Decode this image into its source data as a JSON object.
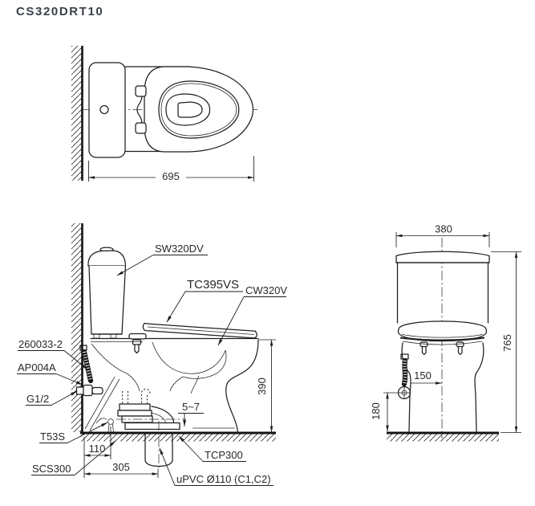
{
  "title": "CS320DRT10",
  "colors": {
    "line": "#1f1f1f",
    "text": "#26282b",
    "title_text": "#3b404a",
    "background": "#ffffff"
  },
  "views": {
    "top": {
      "dims": {
        "overall_depth": "695"
      }
    },
    "side": {
      "labels": {
        "cistern": "SW320DV",
        "seat_cover": "TC395VS",
        "bowl": "CW320V",
        "supply_hose": "260033-2",
        "stop_valve": "AP004A",
        "wall_thread": "G1/2",
        "floor_fixing": "T53S",
        "bolt_cap": "SCS300",
        "floor_flange": "TCP300",
        "drain_pipe": "uPVC Ø110 (C1,C2)",
        "flange_gap": "5~7"
      },
      "dims": {
        "rim_height": "390",
        "fixing_to_wall": "110",
        "outlet_to_wall": "305"
      }
    },
    "front": {
      "dims": {
        "cistern_width": "380",
        "overall_height": "765",
        "valve_to_center": "150",
        "valve_height": "180"
      }
    }
  }
}
